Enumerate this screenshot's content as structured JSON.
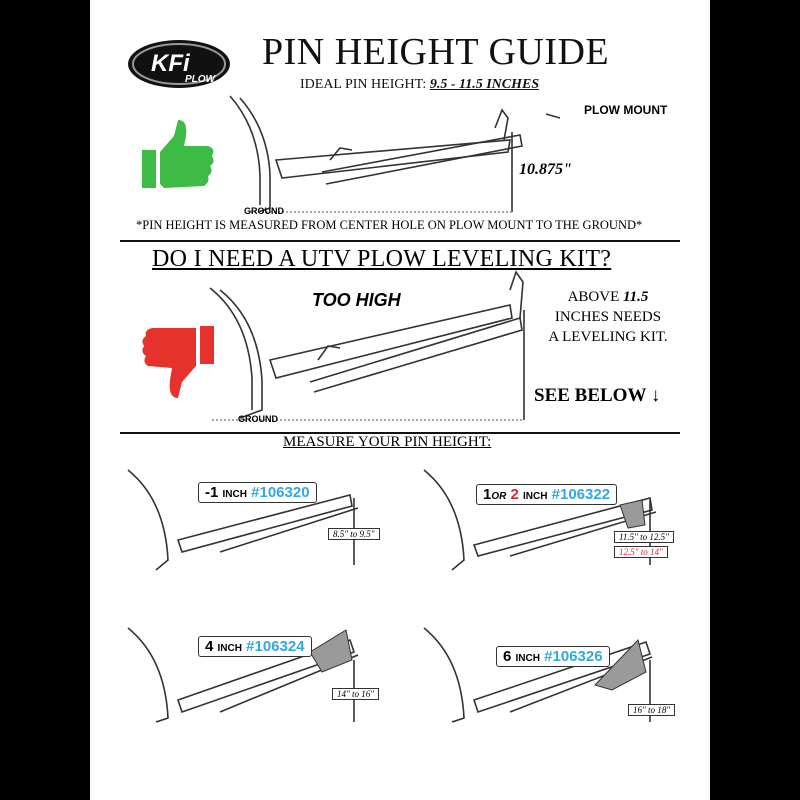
{
  "logo": {
    "brand": "KFi",
    "sub": "PLOW"
  },
  "title": "PIN HEIGHT GUIDE",
  "ideal": {
    "label": "IDEAL PIN HEIGHT: ",
    "value": "9.5 - 11.5 INCHES"
  },
  "top_diagram": {
    "plow_mount_label": "PLOW MOUNT",
    "dimension": "10.875\"",
    "ground_label": "GROUND"
  },
  "note": "*PIN HEIGHT IS MEASURED FROM CENTER HOLE ON PLOW MOUNT TO THE GROUND*",
  "question": "DO I NEED A UTV PLOW LEVELING KIT?",
  "mid_diagram": {
    "too_high": "TOO HIGH",
    "above_prefix": "ABOVE ",
    "above_value": "11.5",
    "above_rest": "INCHES NEEDS A LEVELING KIT.",
    "see_below": "SEE BELOW",
    "ground_label": "GROUND"
  },
  "measure_heading": "MEASURE YOUR PIN HEIGHT:",
  "kits": [
    {
      "size": "-1",
      "unit": "INCH",
      "part": "#106320",
      "range": "8.5\" to 9.5\""
    },
    {
      "size1": "1",
      "or": "OR",
      "size2": "2",
      "unit": "INCH",
      "part": "#106322",
      "range": "11.5\" to 12.5\"",
      "range2": "12.5\" to 14\""
    },
    {
      "size": "4",
      "unit": "INCH",
      "part": "#106324",
      "range": "14\" to 16\""
    },
    {
      "size": "6",
      "unit": "INCH",
      "part": "#106326",
      "range": "16\" to 18\""
    }
  ],
  "icons": [
    "thumbs-up-icon",
    "thumbs-down-icon"
  ],
  "colors": {
    "thumbs_up": "#3dbb45",
    "thumbs_down": "#e5322d",
    "part_number": "#2fa9e0",
    "alt_range": "#d7262c"
  }
}
